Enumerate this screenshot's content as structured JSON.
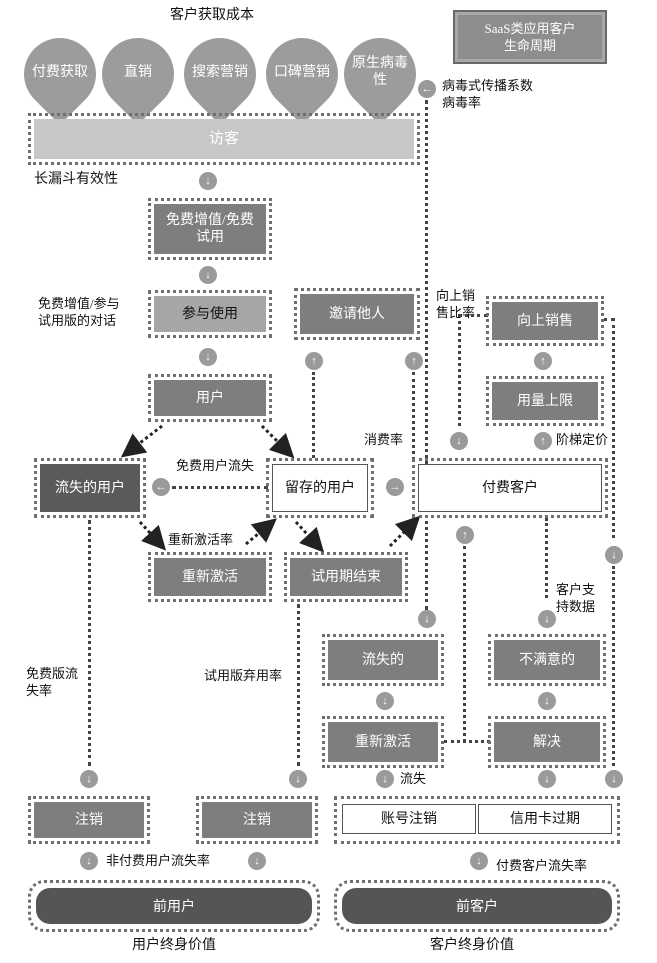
{
  "header": {
    "acq_title": "客户获取成本",
    "plaque_line1": "SaaS类应用客户",
    "plaque_line2": "生命周期"
  },
  "drops": [
    "付费获取",
    "直销",
    "搜索营销",
    "口碑营销",
    "原生病毒性"
  ],
  "nodes": {
    "visitors": "访客",
    "free_trial": "免费增值/免费试用",
    "engage": "参与使用",
    "users": "用户",
    "churned_users": "流失的用户",
    "retained_users": "留存的用户",
    "paying_customers": "付费客户",
    "reactivate_left": "重新激活",
    "trial_end": "试用期结束",
    "invite": "邀请他人",
    "upsell": "向上销售",
    "usage_cap": "用量上限",
    "churned": "流失的",
    "dissatisfied": "不满意的",
    "reactivate_right": "重新激活",
    "resolve": "解决",
    "cancel_left": "注销",
    "cancel_mid": "注销",
    "account_cancel": "账号注销",
    "card_expired": "信用卡过期",
    "former_users": "前用户",
    "former_customers": "前客户"
  },
  "labels": {
    "viral": "病毒式传播系数",
    "viral_rate": "病毒率",
    "long_funnel": "长漏斗有效性",
    "freemium_dialog_1": "免费增值/参与",
    "freemium_dialog_2": "试用版的对话",
    "upsell_ratio_1": "向上销",
    "upsell_ratio_2": "售比率",
    "consumption_rate": "消费率",
    "tiered_pricing": "阶梯定价",
    "free_churn": "免费用户流失",
    "reactivation_rate": "重新激活率",
    "support_data_1": "客户支",
    "support_data_2": "持数据",
    "free_churn_rate_1": "免费版流",
    "free_churn_rate_2": "失率",
    "trial_abandon": "试用版弃用率",
    "churn": "流失",
    "nonpaying_churn": "非付费用户流失率",
    "paying_churn": "付费客户流失率",
    "user_ltv": "用户终身价值",
    "customer_ltv": "客户终身价值"
  },
  "colors": {
    "light": "#a6a6a6",
    "mid": "#7e7e7e",
    "dark": "#5a5a5a",
    "arrow_circle": "#9a9a9a"
  }
}
